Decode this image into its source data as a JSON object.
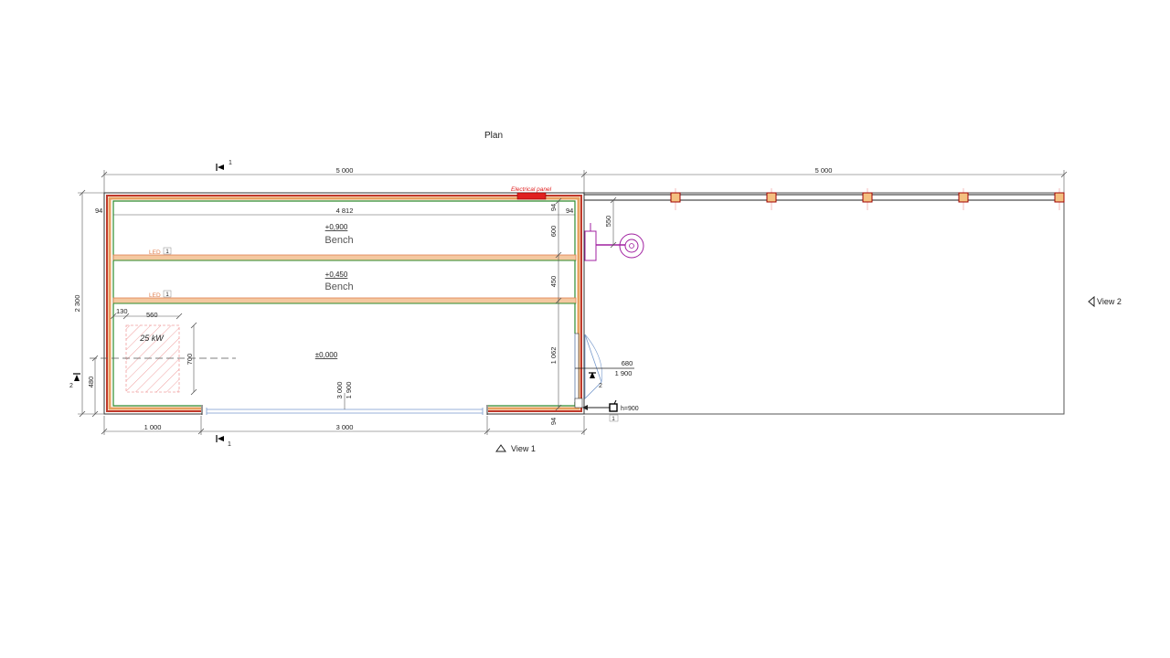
{
  "title": "Plan",
  "dims": {
    "top_left": "5 000",
    "top_right": "5 000",
    "inner_length": "4 812",
    "left_height": "2 300",
    "bottom_left": "1 000",
    "bottom_mid": "3 000",
    "wall_left": "94",
    "wall_right_top": "94",
    "wall_right_side": "94",
    "wall_bottom": "94",
    "bench_upper_h": "600",
    "bench_lower_h": "450",
    "right_lower": "1 062",
    "heater_offset": "130",
    "heater_width": "560",
    "heater_depth": "700",
    "sec_height": "480",
    "pipe_len": "550",
    "door_w": "680",
    "door_h": "1 900",
    "opening_w": "3 000",
    "opening_h": "1 900"
  },
  "labels": {
    "electrical_panel": "Electrical panel",
    "bench_upper_level": "+0,900",
    "bench_upper": "Bench",
    "bench_lower_level": "+0,450",
    "bench_lower": "Bench",
    "floor_level": "±0,000",
    "heater_power": "25 kW",
    "led_upper": "LED",
    "led_upper_num": "1",
    "led_lower": "LED",
    "led_lower_num": "1",
    "switch_height": "h=900",
    "switch_num": "1",
    "section_1": "1",
    "section_1_bottom": "1",
    "section_2": "2",
    "section_2_right": "2",
    "view_1": "View 1",
    "view_2": "View 2"
  },
  "colors": {
    "wall_red": "#c0392b",
    "wall_orange": "#e8a060",
    "wall_green": "#2e8b2e",
    "panel_red": "#e02020",
    "purple": "#a020a0",
    "door_blue": "#7799cc"
  }
}
